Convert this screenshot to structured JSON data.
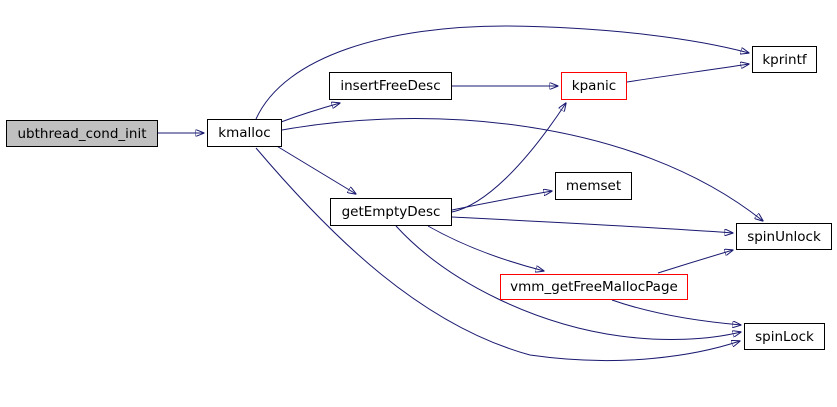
{
  "graph": {
    "title": "call graph for ubthread_cond_init",
    "colors": {
      "background": "#ffffff",
      "edge": "#191970",
      "node_border": "#000000",
      "node_fill": "#ffffff",
      "root_fill": "#c0c0c0",
      "truncated_border": "#ff0000",
      "text": "#000000"
    },
    "nodes": [
      {
        "id": "ubthread_cond_init",
        "label": "ubthread_cond_init",
        "style": "root"
      },
      {
        "id": "kmalloc",
        "label": "kmalloc",
        "style": "normal"
      },
      {
        "id": "insertFreeDesc",
        "label": "insertFreeDesc",
        "style": "normal"
      },
      {
        "id": "kpanic",
        "label": "kpanic",
        "style": "truncated"
      },
      {
        "id": "kprintf",
        "label": "kprintf",
        "style": "normal"
      },
      {
        "id": "getEmptyDesc",
        "label": "getEmptyDesc",
        "style": "normal"
      },
      {
        "id": "memset",
        "label": "memset",
        "style": "normal"
      },
      {
        "id": "spinUnlock",
        "label": "spinUnlock",
        "style": "normal"
      },
      {
        "id": "vmm_getFreeMallocPage",
        "label": "vmm_getFreeMallocPage",
        "style": "truncated"
      },
      {
        "id": "spinLock",
        "label": "spinLock",
        "style": "normal"
      }
    ],
    "edges": [
      {
        "from": "ubthread_cond_init",
        "to": "kmalloc"
      },
      {
        "from": "kmalloc",
        "to": "insertFreeDesc"
      },
      {
        "from": "kmalloc",
        "to": "kprintf"
      },
      {
        "from": "kmalloc",
        "to": "getEmptyDesc"
      },
      {
        "from": "kmalloc",
        "to": "spinUnlock"
      },
      {
        "from": "kmalloc",
        "to": "spinLock"
      },
      {
        "from": "insertFreeDesc",
        "to": "kpanic"
      },
      {
        "from": "kpanic",
        "to": "kprintf"
      },
      {
        "from": "getEmptyDesc",
        "to": "kpanic"
      },
      {
        "from": "getEmptyDesc",
        "to": "memset"
      },
      {
        "from": "getEmptyDesc",
        "to": "spinUnlock"
      },
      {
        "from": "getEmptyDesc",
        "to": "vmm_getFreeMallocPage"
      },
      {
        "from": "getEmptyDesc",
        "to": "spinLock"
      },
      {
        "from": "vmm_getFreeMallocPage",
        "to": "spinUnlock"
      },
      {
        "from": "vmm_getFreeMallocPage",
        "to": "spinLock"
      }
    ]
  }
}
